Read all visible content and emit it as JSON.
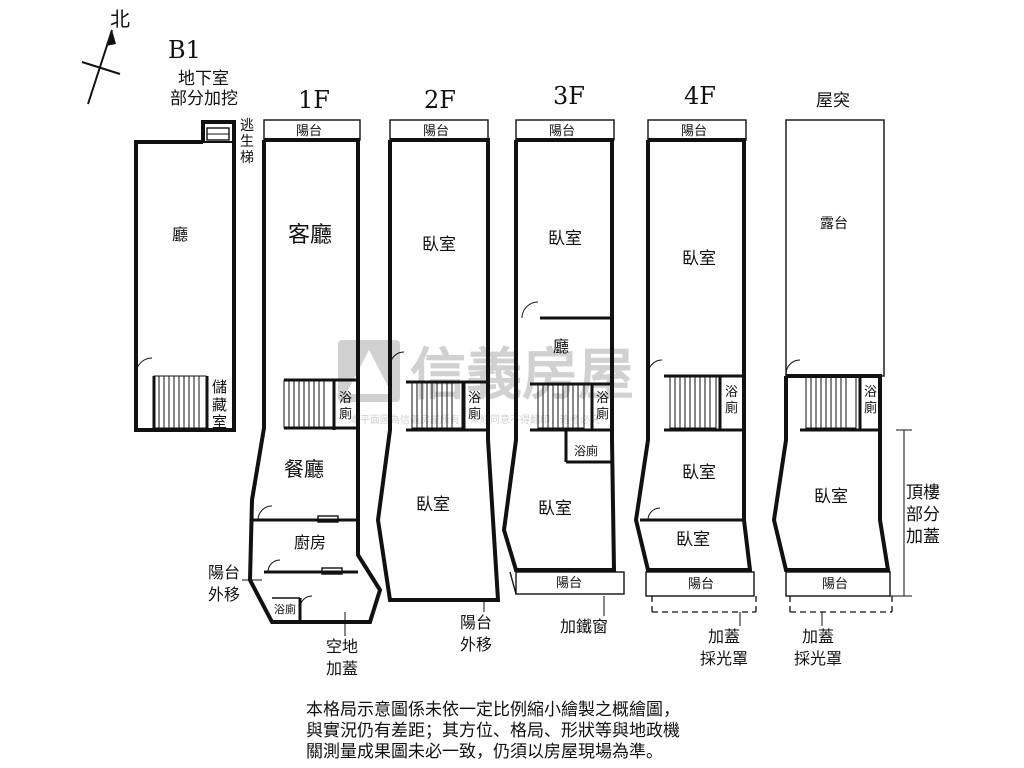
{
  "compass": {
    "label": "北"
  },
  "watermark": {
    "brand": "信義房屋",
    "notice": "本平面圖為信義房屋所有，未經同意不得翻印，違者必究"
  },
  "floors": [
    {
      "label": "B1",
      "note_lines": [
        "地下室",
        "部分加挖"
      ],
      "rooms": [
        "廳",
        "儲",
        "藏",
        "室"
      ],
      "stair_note": [
        "逃",
        "生",
        "梯"
      ]
    },
    {
      "label": "1F",
      "rooms": [
        "陽台",
        "客廳",
        "浴",
        "廁",
        "餐廳",
        "廚房",
        "浴廁"
      ],
      "notes": [
        "陽台",
        "外移",
        "空地",
        "加蓋"
      ]
    },
    {
      "label": "2F",
      "rooms": [
        "陽台",
        "臥室",
        "浴",
        "廁",
        "臥室"
      ],
      "notes": [
        "陽台",
        "外移"
      ]
    },
    {
      "label": "3F",
      "rooms": [
        "陽台",
        "臥室",
        "廳",
        "浴",
        "廁",
        "浴廁",
        "臥室",
        "陽台"
      ],
      "notes": [
        "加鐵窗"
      ]
    },
    {
      "label": "4F",
      "rooms": [
        "陽台",
        "臥室",
        "浴",
        "廁",
        "臥室",
        "臥室",
        "陽台"
      ],
      "notes": [
        "加蓋",
        "採光罩"
      ]
    },
    {
      "label": "屋突",
      "rooms": [
        "露台",
        "浴",
        "廁",
        "臥室",
        "陽台"
      ],
      "notes": [
        "加蓋",
        "採光罩"
      ],
      "side_note": [
        "頂樓",
        "部分",
        "加蓋"
      ]
    }
  ],
  "footnote": [
    "本格局示意圖係未依一定比例縮小繪製之概繪圖，",
    "與實況仍有差距；其方位、格局、形狀等與地政機",
    "關測量成果圖未必一致，仍須以房屋現場為準。"
  ]
}
